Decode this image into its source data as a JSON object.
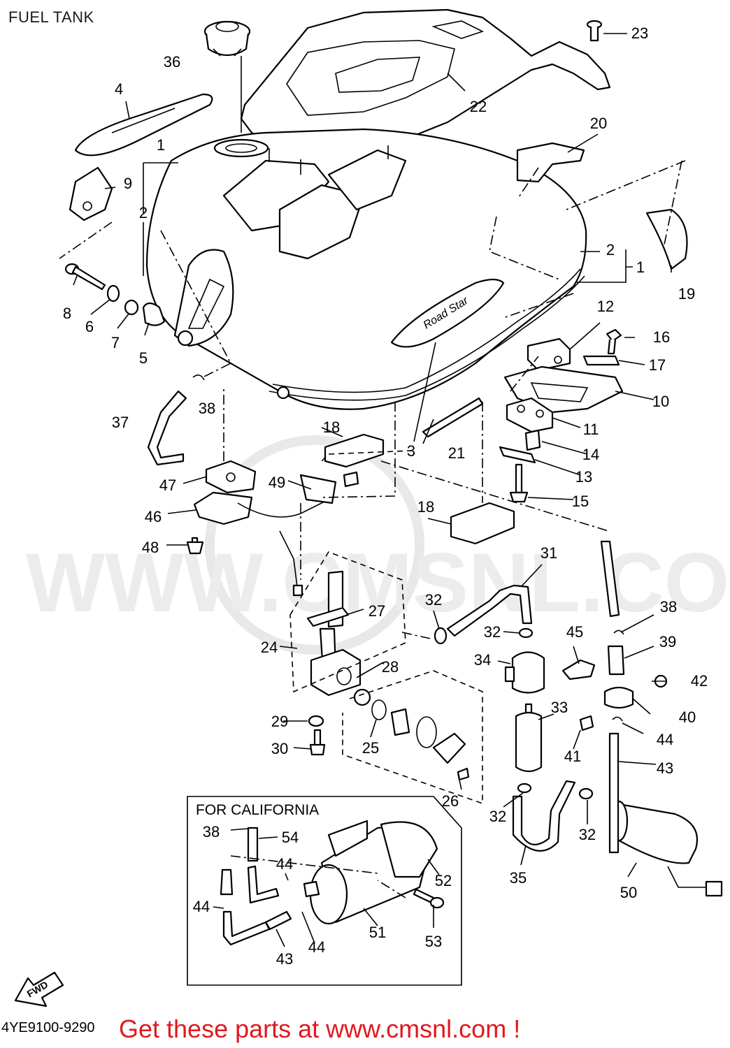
{
  "title": "FUEL TANK",
  "diagram_code": "4YE9100-9290",
  "promo": "Get these parts at www.cmsnl.com !",
  "watermark": "CMS WWW.CMSNL.COM",
  "tank_emblem": "Road Star",
  "california_box_label": "FOR CALIFORNIA",
  "fwd_label": "FWD",
  "callouts": {
    "c1a": "1",
    "c1b": "1",
    "c2a": "2",
    "c2b": "2",
    "c3": "3",
    "c4": "4",
    "c5": "5",
    "c6": "6",
    "c7": "7",
    "c8": "8",
    "c9": "9",
    "c10": "10",
    "c11": "11",
    "c12": "12",
    "c13": "13",
    "c14": "14",
    "c15": "15",
    "c16": "16",
    "c17": "17",
    "c18a": "18",
    "c18b": "18",
    "c19": "19",
    "c20": "20",
    "c21": "21",
    "c22": "22",
    "c23": "23",
    "c24": "24",
    "c25": "25",
    "c26": "26",
    "c27": "27",
    "c28": "28",
    "c29": "29",
    "c30": "30",
    "c31": "31",
    "c32a": "32",
    "c32b": "32",
    "c32c": "32",
    "c32d": "32",
    "c33": "33",
    "c34": "34",
    "c35": "35",
    "c36": "36",
    "c37": "37",
    "c38a": "38",
    "c38b": "38",
    "c38c": "38",
    "c39": "39",
    "c40": "40",
    "c41": "41",
    "c42": "42",
    "c43a": "43",
    "c43b": "43",
    "c44a": "44",
    "c44b": "44",
    "c44c": "44",
    "c44d": "44",
    "c45": "45",
    "c46": "46",
    "c47": "47",
    "c48": "48",
    "c49": "49",
    "c50": "50",
    "c51": "51",
    "c52": "52",
    "c53": "53",
    "c54": "54"
  },
  "colors": {
    "line": "#000000",
    "promo": "#e0191f",
    "watermark": "#c8c8c8"
  }
}
